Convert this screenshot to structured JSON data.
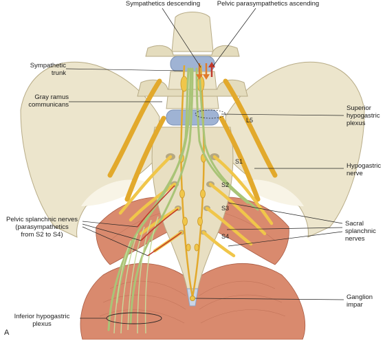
{
  "labels": {
    "sympathetics_descending": "Sympathetics descending",
    "pelvic_parasympathetics_ascending": "Pelvic parasympathetics ascending",
    "sympathetic_trunk": "Sympathetic\ntrunk",
    "gray_ramus": "Gray ramus\ncommunicans",
    "superior_hypogastric": "Superior\nhypogastric\nplexus",
    "hypogastric_nerve": "Hypogastric\nnerve",
    "pelvic_splanchnic": "Pelvic splanchnic nerves\n(parasympathetics\nfrom S2 to S4)",
    "sacral_splanchnic": "Sacral\nsplanchnic\nnerves",
    "ganglion_impar": "Ganglion\nimpar",
    "inferior_hypogastric": "Inferior hypogastric\nplexus"
  },
  "segments": {
    "l5": "L5",
    "s1": "S1",
    "s2": "S2",
    "s3": "S3",
    "s4": "S4"
  },
  "panel": "A",
  "colors": {
    "bone": "#ece5cc",
    "disc": "#9fb3d4",
    "muscle": "#d98a6e",
    "nerve_yellow": "#f0c64a",
    "nerve_green": "#b7cf86",
    "arrow_orange": "#e07a2a",
    "arrow_red": "#c0392b"
  }
}
